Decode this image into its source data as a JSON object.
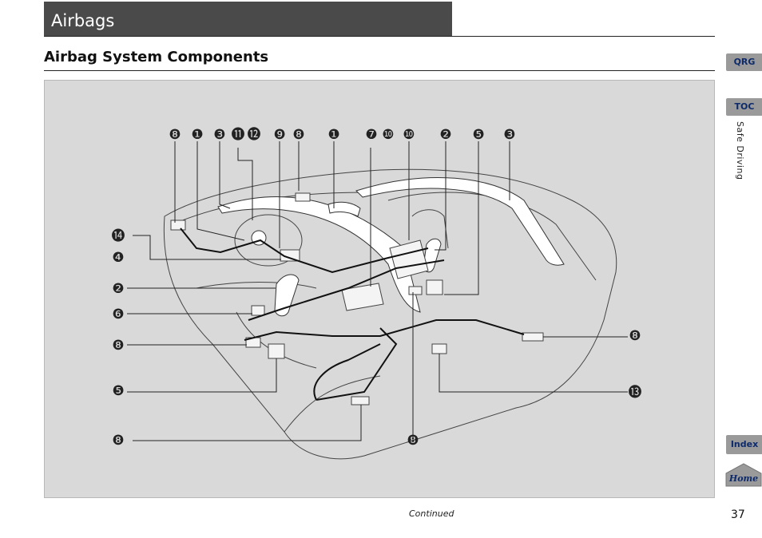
{
  "chapter": {
    "title": "Airbags"
  },
  "section": {
    "title": "Airbag System Components"
  },
  "nav": {
    "qrg": "QRG",
    "toc": "TOC",
    "index": "Index",
    "home": "Home",
    "side_label": "Safe Driving"
  },
  "footer": {
    "continued": "Continued",
    "page_number": "37"
  },
  "callouts": [
    {
      "id": "c-top-1",
      "label": "❽"
    },
    {
      "id": "c-top-2",
      "label": "❶"
    },
    {
      "id": "c-top-3",
      "label": "❸"
    },
    {
      "id": "c-top-4",
      "label": "⓫"
    },
    {
      "id": "c-top-5",
      "label": "⓬"
    },
    {
      "id": "c-top-6",
      "label": "❾"
    },
    {
      "id": "c-top-7",
      "label": "❽"
    },
    {
      "id": "c-top-8",
      "label": "❶"
    },
    {
      "id": "c-top-9",
      "label": "❼"
    },
    {
      "id": "c-top-10",
      "label": "❿"
    },
    {
      "id": "c-top-11",
      "label": "❿"
    },
    {
      "id": "c-top-12",
      "label": "❷"
    },
    {
      "id": "c-top-13",
      "label": "❺"
    },
    {
      "id": "c-top-14",
      "label": "❸"
    },
    {
      "id": "c-left-1",
      "label": "⓮"
    },
    {
      "id": "c-left-2",
      "label": "❹"
    },
    {
      "id": "c-left-3",
      "label": "❷"
    },
    {
      "id": "c-left-4",
      "label": "❻"
    },
    {
      "id": "c-left-5",
      "label": "❽"
    },
    {
      "id": "c-left-6",
      "label": "❺"
    },
    {
      "id": "c-left-7",
      "label": "❽"
    },
    {
      "id": "c-bottom-1",
      "label": "❽"
    },
    {
      "id": "c-right-1",
      "label": "❽"
    },
    {
      "id": "c-right-2",
      "label": "⓭"
    }
  ]
}
